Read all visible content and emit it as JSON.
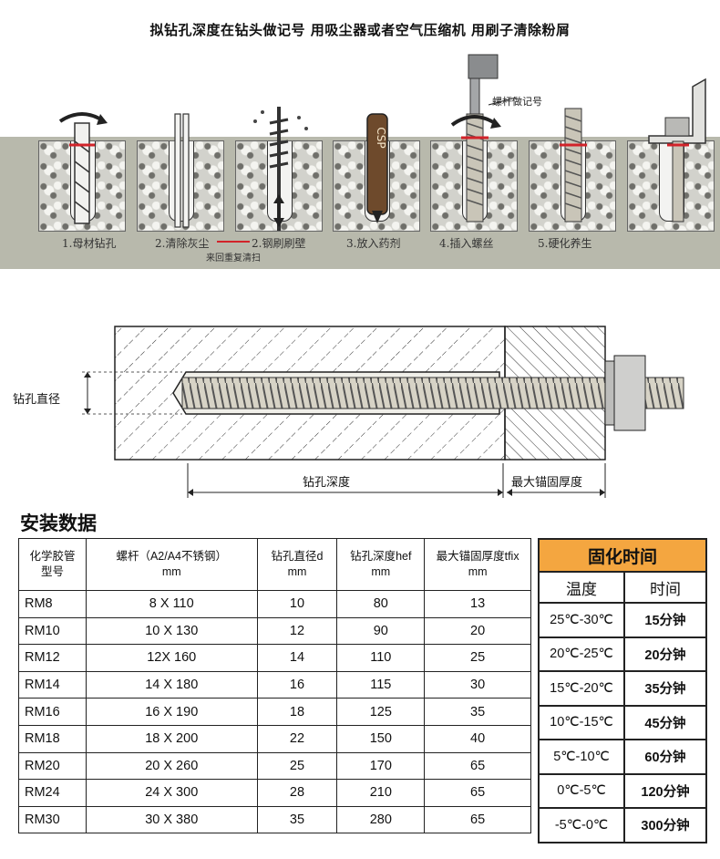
{
  "header": {
    "title": "拟钻孔深度在钻头做记号 用吸尘器或者空气压缩机 用刷子清除粉屑"
  },
  "steps": {
    "items": [
      {
        "label": "1.母材钻孔"
      },
      {
        "label": "2.清除灰尘"
      },
      {
        "label": "2.钢刷刷壁"
      },
      {
        "label": "3.放入药剂"
      },
      {
        "label": "4.插入螺丝"
      },
      {
        "label": "5.硬化养生"
      }
    ],
    "note": "来回重复清扫",
    "capsule_text": "CSP",
    "rod_mark_note": "螺杆做记号"
  },
  "section": {
    "bore_diameter_label": "钻孔直径",
    "depth_label": "钻孔深度",
    "fix_thickness_label": "最大锚固厚度"
  },
  "install": {
    "title": "安装数据",
    "headers": [
      [
        "化学胶管",
        "型号"
      ],
      [
        "螺杆（A2/A4不锈钢）",
        "mm"
      ],
      [
        "钻孔直径d",
        "mm"
      ],
      [
        "钻孔深度hef",
        "mm"
      ],
      [
        "最大锚固厚度tfix",
        "mm"
      ]
    ],
    "rows": [
      [
        "RM8",
        "8 X 110",
        "10",
        "80",
        "13"
      ],
      [
        "RM10",
        "10 X 130",
        "12",
        "90",
        "20"
      ],
      [
        "RM12",
        "12X 160",
        "14",
        "110",
        "25"
      ],
      [
        "RM14",
        "14 X 180",
        "16",
        "115",
        "30"
      ],
      [
        "RM16",
        "16 X 190",
        "18",
        "125",
        "35"
      ],
      [
        "RM18",
        "18 X 200",
        "22",
        "150",
        "40"
      ],
      [
        "RM20",
        "20 X 260",
        "25",
        "170",
        "65"
      ],
      [
        "RM24",
        "24 X 300",
        "28",
        "210",
        "65"
      ],
      [
        "RM30",
        "30 X 380",
        "35",
        "280",
        "65"
      ]
    ]
  },
  "cure": {
    "title": "固化时间",
    "headers": [
      "温度",
      "时间"
    ],
    "rows": [
      [
        "25℃-30℃",
        "15分钟"
      ],
      [
        "20℃-25℃",
        "20分钟"
      ],
      [
        "15℃-20℃",
        "35分钟"
      ],
      [
        "10℃-15℃",
        "45分钟"
      ],
      [
        "5℃-10℃",
        "60分钟"
      ],
      [
        "0℃-5℃",
        "120分钟"
      ],
      [
        "-5℃-0℃",
        "300分钟"
      ]
    ]
  }
}
